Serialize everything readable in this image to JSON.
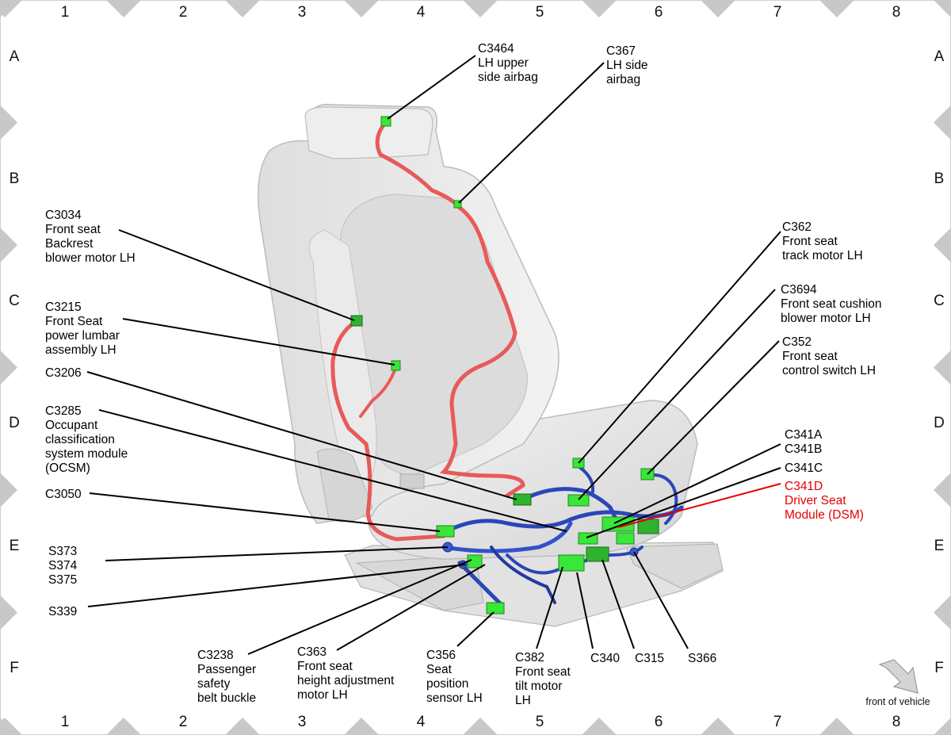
{
  "grid": {
    "columns": [
      "1",
      "2",
      "3",
      "4",
      "5",
      "6",
      "7",
      "8"
    ],
    "rows": [
      "A",
      "B",
      "C",
      "D",
      "E",
      "F"
    ]
  },
  "labels": {
    "c3464": [
      "C3464",
      "LH upper",
      "side airbag"
    ],
    "c367": [
      "C367",
      "LH side",
      "airbag"
    ],
    "c3034": [
      "C3034",
      "Front seat",
      "Backrest",
      "blower motor LH"
    ],
    "c3215": [
      "C3215",
      "Front Seat",
      "power lumbar",
      "assembly LH"
    ],
    "c3206": [
      "C3206"
    ],
    "c3285": [
      "C3285",
      "Occupant",
      "classification",
      "system module",
      "(OCSM)"
    ],
    "c3050": [
      "C3050"
    ],
    "s373": [
      "S373",
      "S374",
      "S375"
    ],
    "s339": [
      "S339"
    ],
    "c3238": [
      "C3238",
      "Passenger",
      "safety",
      "belt buckle"
    ],
    "c363": [
      "C363",
      "Front seat",
      "height adjustment",
      "motor LH"
    ],
    "c356": [
      "C356",
      "Seat",
      "position",
      "sensor LH"
    ],
    "c382": [
      "C382",
      "Front seat",
      "tilt motor",
      "LH"
    ],
    "c340": [
      "C340"
    ],
    "c315": [
      "C315"
    ],
    "s366": [
      "S366"
    ],
    "c362": [
      "C362",
      "Front seat",
      "track motor LH"
    ],
    "c3694": [
      "C3694",
      "Front seat cushion",
      "blower motor LH"
    ],
    "c352": [
      "C352",
      "Front seat",
      "control switch LH"
    ],
    "c341ab": [
      "C341A",
      "C341B"
    ],
    "c341c": [
      "C341C"
    ],
    "c341d": [
      "C341D",
      "Driver Seat",
      "Module (DSM)"
    ]
  },
  "orientation": {
    "text": "front of vehicle",
    "icon": "arrow-down-right-icon"
  },
  "colors": {
    "connector": "#39e639",
    "harness_red": "#e85a5a",
    "harness_blue": "#2b46b8",
    "highlight_label": "#e60000",
    "seat": "#e6e6e6"
  }
}
